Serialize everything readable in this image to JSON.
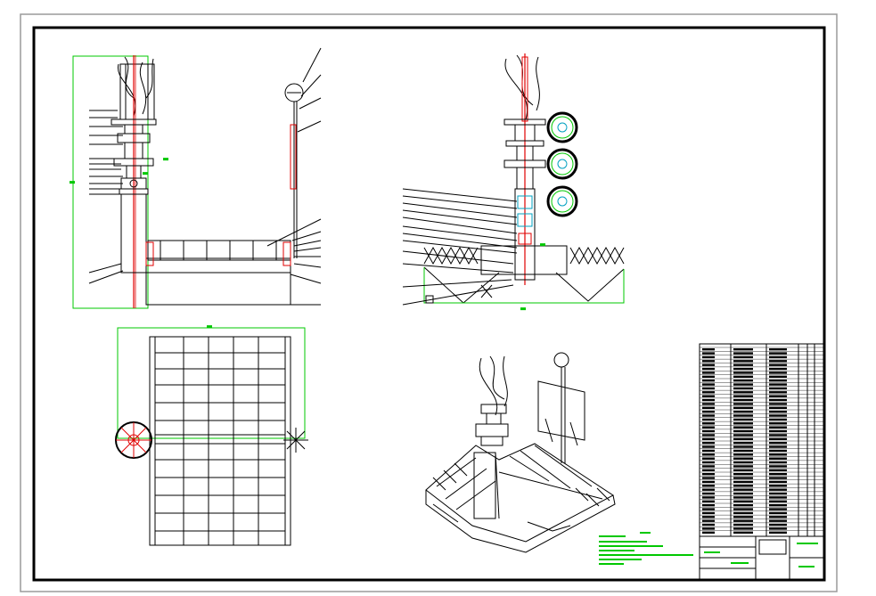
{
  "drawing": {
    "colors": {
      "line": "#000000",
      "dimension": "#00c800",
      "centerline": "#e00000",
      "hatch": "#00a0c0",
      "paper": "#ffffff",
      "frame": "#9a9a9a"
    },
    "views": [
      {
        "name": "front-elevation"
      },
      {
        "name": "side-elevation"
      },
      {
        "name": "plan-view"
      },
      {
        "name": "isometric-view"
      }
    ],
    "parts_list_rows": 48,
    "title_block": {}
  }
}
